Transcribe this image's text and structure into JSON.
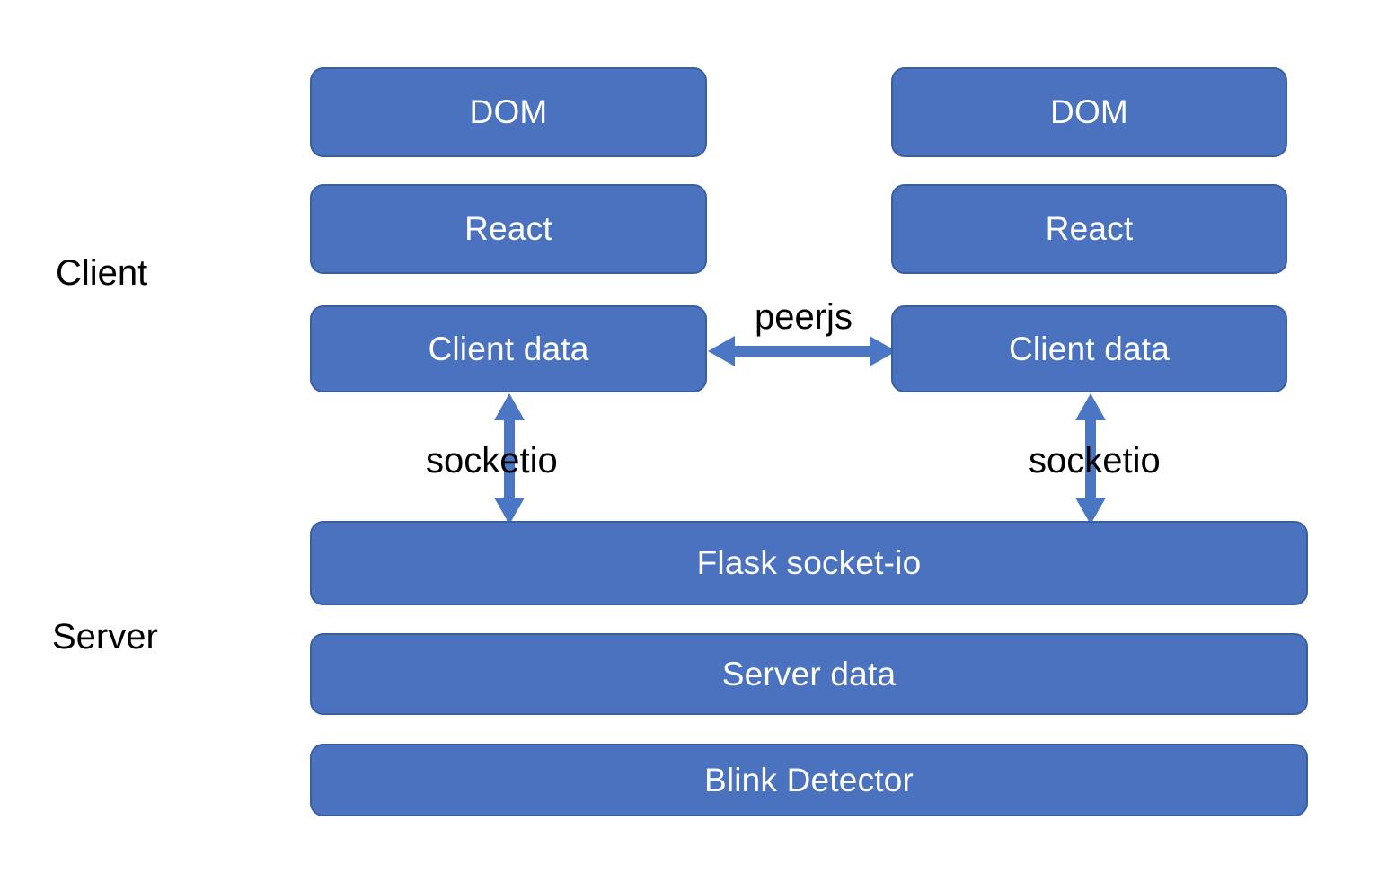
{
  "diagram": {
    "title": "Client-Server architecture diagram",
    "background_color": "#ffffff",
    "box_fill_color": "#4a72bf",
    "box_border_color": "#3a5fa0",
    "box_text_color": "#ffffff",
    "arrow_color": "#4a76c4",
    "label_text_color": "#000000"
  },
  "tiers": [
    {
      "id": "client",
      "label": "Client"
    },
    {
      "id": "server",
      "label": "Server"
    }
  ],
  "client_columns": [
    {
      "id": "client-left",
      "boxes": [
        {
          "id": "dom",
          "label": "DOM"
        },
        {
          "id": "react",
          "label": "React"
        },
        {
          "id": "client-data",
          "label": "Client data"
        }
      ]
    },
    {
      "id": "client-right",
      "boxes": [
        {
          "id": "dom",
          "label": "DOM"
        },
        {
          "id": "react",
          "label": "React"
        },
        {
          "id": "client-data",
          "label": "Client data"
        }
      ]
    }
  ],
  "server_boxes": [
    {
      "id": "flask-socket-io",
      "label": "Flask socket-io"
    },
    {
      "id": "server-data",
      "label": "Server data"
    },
    {
      "id": "blink-detector",
      "label": "Blink Detector"
    }
  ],
  "connections": [
    {
      "id": "peerjs",
      "label": "peerjs",
      "from": "client-left.client-data",
      "to": "client-right.client-data",
      "direction": "bidirectional",
      "orientation": "horizontal"
    },
    {
      "id": "socketio-left",
      "label": "socketio",
      "from": "client-left.client-data",
      "to": "flask-socket-io",
      "direction": "bidirectional",
      "orientation": "vertical"
    },
    {
      "id": "socketio-right",
      "label": "socketio",
      "from": "client-right.client-data",
      "to": "flask-socket-io",
      "direction": "bidirectional",
      "orientation": "vertical"
    }
  ]
}
